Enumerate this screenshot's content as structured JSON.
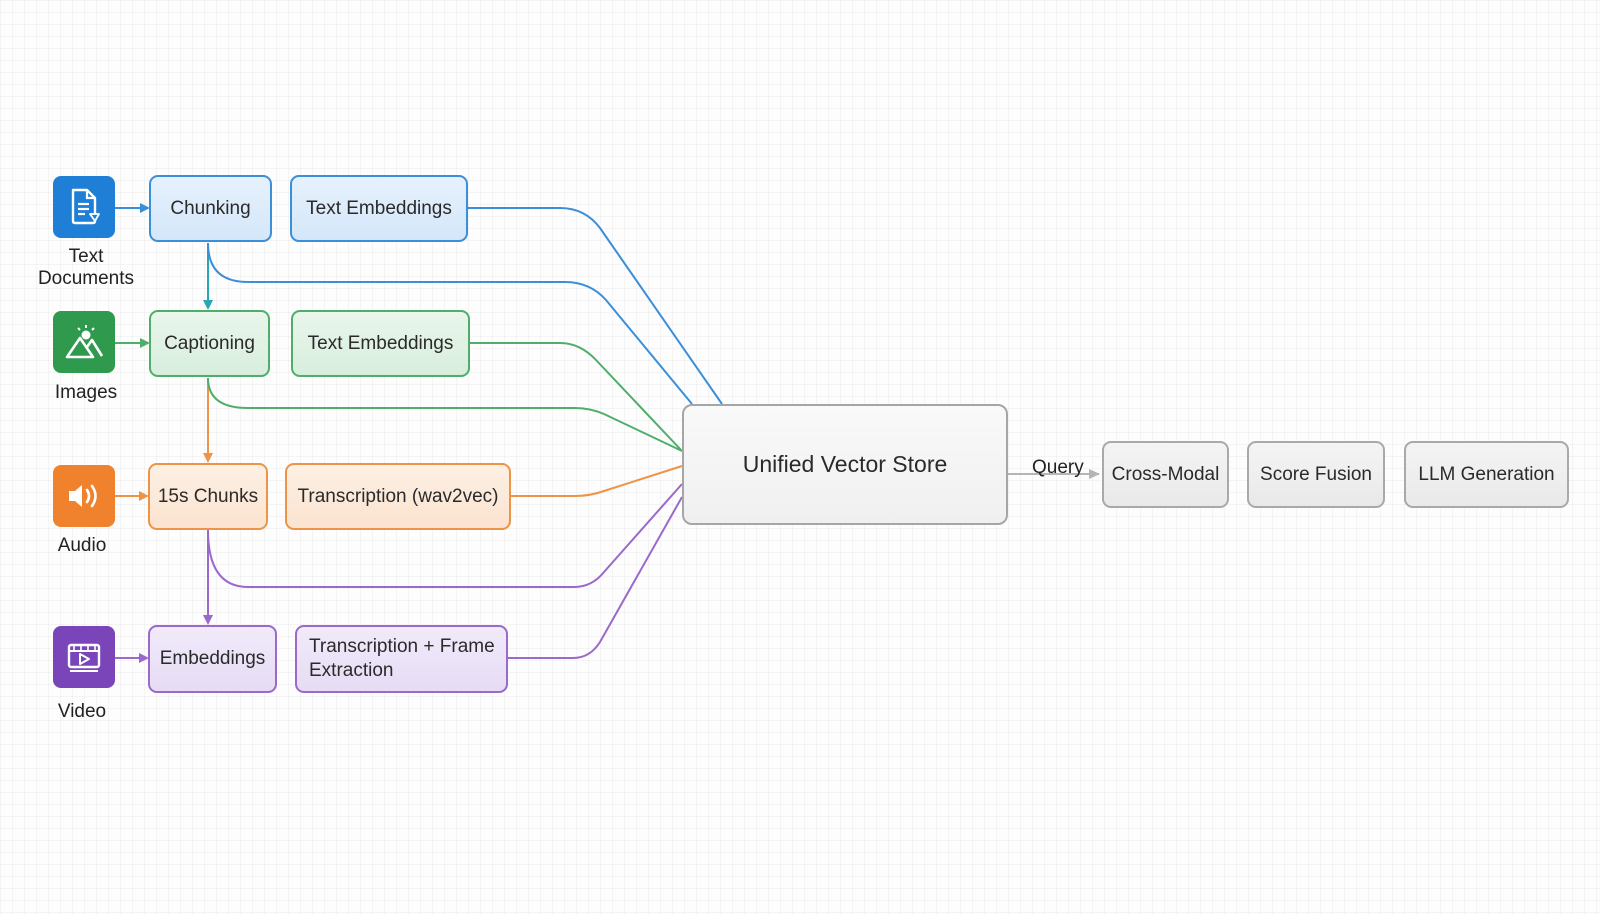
{
  "diagram": {
    "colors": {
      "text": "#3b8fd8",
      "image": "#4fae6a",
      "audio": "#ee9447",
      "video": "#9a69c9",
      "text_icon_bg": "#1f7fd6",
      "image_icon_bg": "#2f9a4e",
      "audio_icon_bg": "#f0822e",
      "video_icon_bg": "#7a45b8",
      "chunk_to_caption_arrow": "#2aa5b5",
      "query_line": "#b5b5b5"
    },
    "sources": [
      {
        "id": "text",
        "label_line1": "Text",
        "label_line2": "Documents",
        "icon": "document-icon"
      },
      {
        "id": "image",
        "label": "Images",
        "icon": "image-mountain-icon"
      },
      {
        "id": "audio",
        "label": "Audio",
        "icon": "speaker-icon"
      },
      {
        "id": "video",
        "label": "Video",
        "icon": "video-play-icon"
      }
    ],
    "processing": {
      "text": {
        "step1": "Chunking",
        "step2": "Text Embeddings"
      },
      "image": {
        "step1": "Captioning",
        "step2": "Text Embeddings"
      },
      "audio": {
        "step1": "15s Chunks",
        "step2": "Transcription (wav2vec)"
      },
      "video": {
        "step1": "Embeddings",
        "step2_line1": "Transcription + Frame",
        "step2_line2": "Extraction"
      }
    },
    "store": {
      "label": "Unified Vector Store"
    },
    "query": {
      "label": "Query",
      "stages": [
        "Cross-Modal",
        "Score Fusion",
        "LLM Generation"
      ]
    }
  }
}
